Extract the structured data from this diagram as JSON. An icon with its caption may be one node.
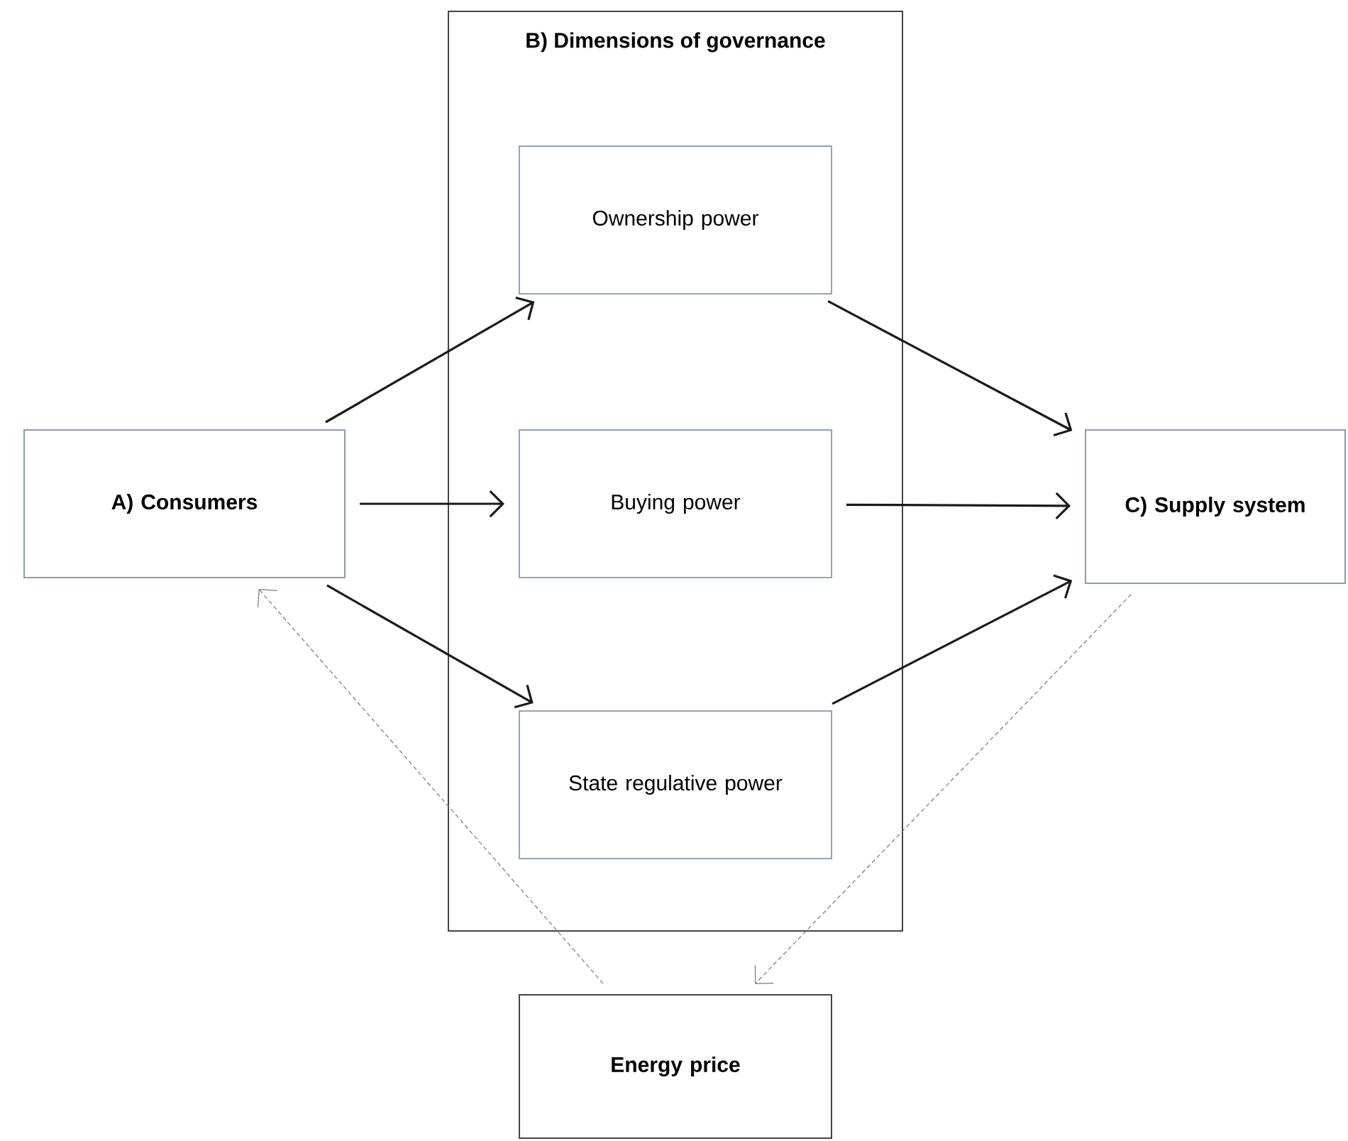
{
  "diagram": {
    "nodes": [
      {
        "text": [
          "A) Consumers"
        ]
      },
      {
        "text": [
          "B) Dimensions of governance"
        ]
      },
      {
        "text": [
          "Ownership power"
        ],
        "in": 1
      },
      {
        "text": [
          "Buying power"
        ],
        "in": 1
      },
      {
        "text": [
          "State regulative power"
        ],
        "in": 1
      },
      {
        "text": [
          "C) Supply system"
        ]
      },
      {
        "text": [
          "Energy price"
        ]
      }
    ],
    "edges": [
      {
        "from": 0,
        "to": 2,
        "arrow": "to"
      },
      {
        "from": 0,
        "to": 3,
        "arrow": "to"
      },
      {
        "from": 0,
        "to": 4,
        "arrow": "to"
      },
      {
        "from": 2,
        "to": 5,
        "arrow": "to"
      },
      {
        "from": 3,
        "to": 5,
        "arrow": "to"
      },
      {
        "from": 4,
        "to": 5,
        "arrow": "to"
      },
      {
        "from": 5,
        "to": 6,
        "arrow": "to",
        "style": "dashed",
        "color": "#777777"
      },
      {
        "from": 6,
        "to": 0,
        "arrow": "to",
        "style": "dashed",
        "color": "#777777"
      }
    ]
  }
}
